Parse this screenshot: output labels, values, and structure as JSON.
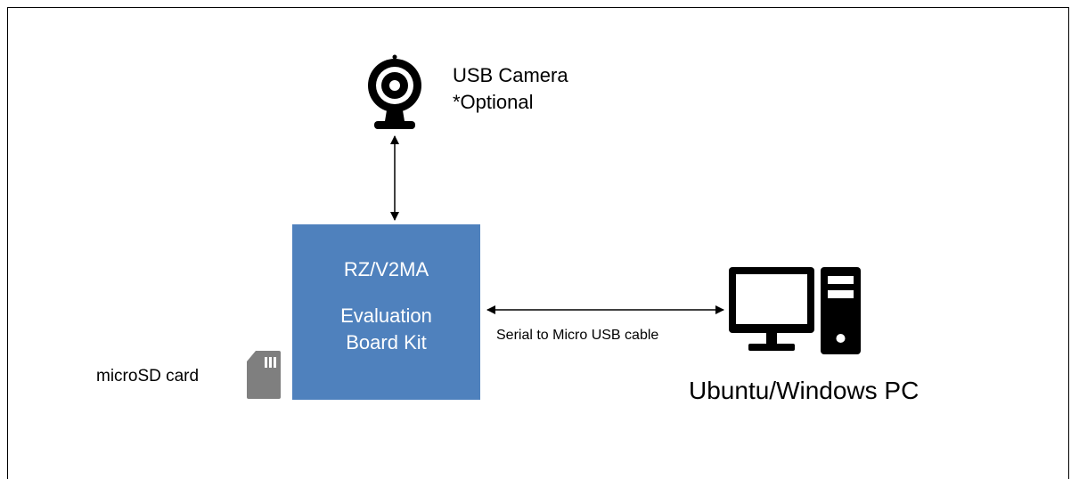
{
  "camera": {
    "label_line1": "USB Camera",
    "label_line2": "*Optional",
    "icon": "webcam-icon"
  },
  "board": {
    "title": "RZ/V2MA",
    "subtitle_line1": "Evaluation",
    "subtitle_line2": "Board Kit",
    "color": "#4f81bd"
  },
  "sd_card": {
    "label": "microSD card",
    "icon": "sd-card-icon"
  },
  "connection": {
    "label": "Serial to Micro USB cable"
  },
  "pc": {
    "label": "Ubuntu/Windows PC",
    "icon": "desktop-pc-icon"
  }
}
